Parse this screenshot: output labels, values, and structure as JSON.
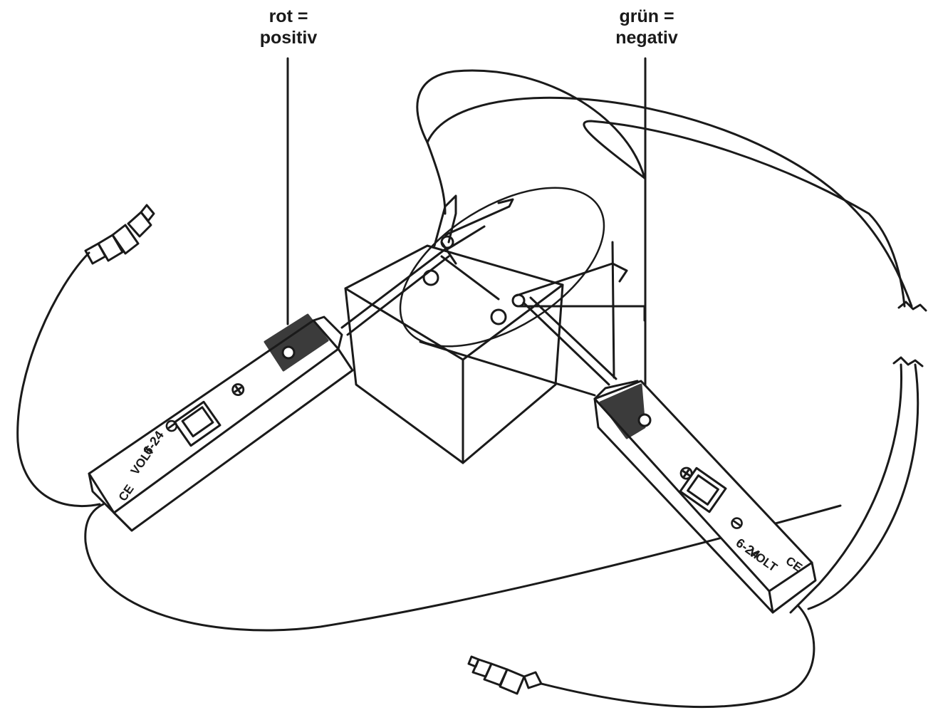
{
  "labels": {
    "positive": {
      "line1": "rot =",
      "line2": "positiv"
    },
    "negative": {
      "line1": "grün =",
      "line2": "negativ"
    }
  },
  "tester_left": {
    "range": "6-24",
    "unit": "VOLT",
    "plus_symbol": "⊕",
    "minus_symbol": "⊖",
    "ce_mark": "CE"
  },
  "tester_right": {
    "range": "6-24",
    "unit": "VOLT",
    "plus_symbol": "⊕",
    "minus_symbol": "⊖",
    "ce_mark": "CE"
  },
  "colors": {
    "line": "#1a1a1a",
    "background": "#ffffff"
  }
}
